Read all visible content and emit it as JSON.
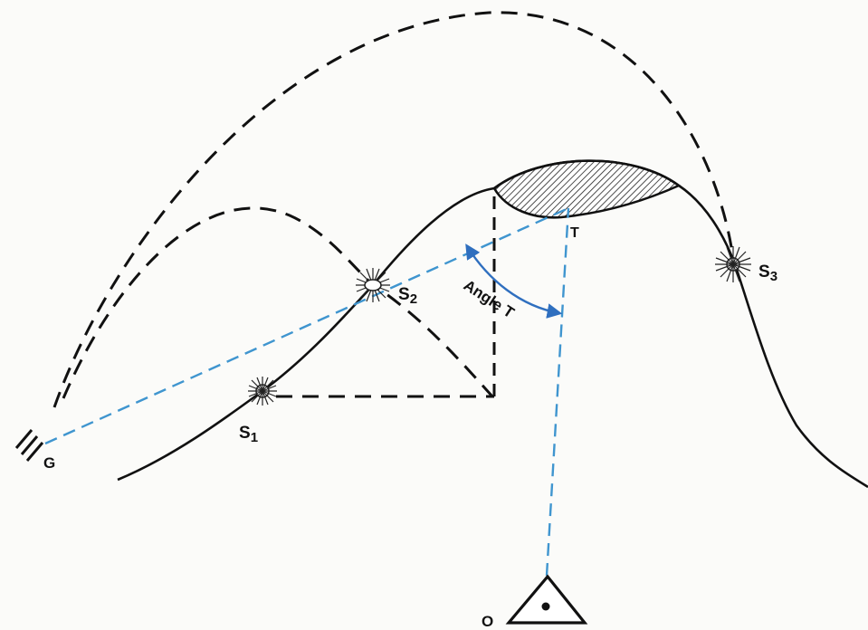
{
  "labels": {
    "gun": "G",
    "observer": "O",
    "target": "T",
    "angle": "Angle T",
    "burst1": {
      "letter": "S",
      "index": "1"
    },
    "burst2": {
      "letter": "S",
      "index": "2"
    },
    "burst3": {
      "letter": "S",
      "index": "3"
    }
  },
  "colors": {
    "terrain": "#111111",
    "trajectory": "#111111",
    "line_of_sight": "#3f95cf",
    "angle_arc": "#2f6fbf",
    "background": "#fbfbf9"
  },
  "icons": {
    "gun": "gun-position-icon",
    "observer": "observer-triangle-icon",
    "burst": "shell-burst-icon"
  }
}
